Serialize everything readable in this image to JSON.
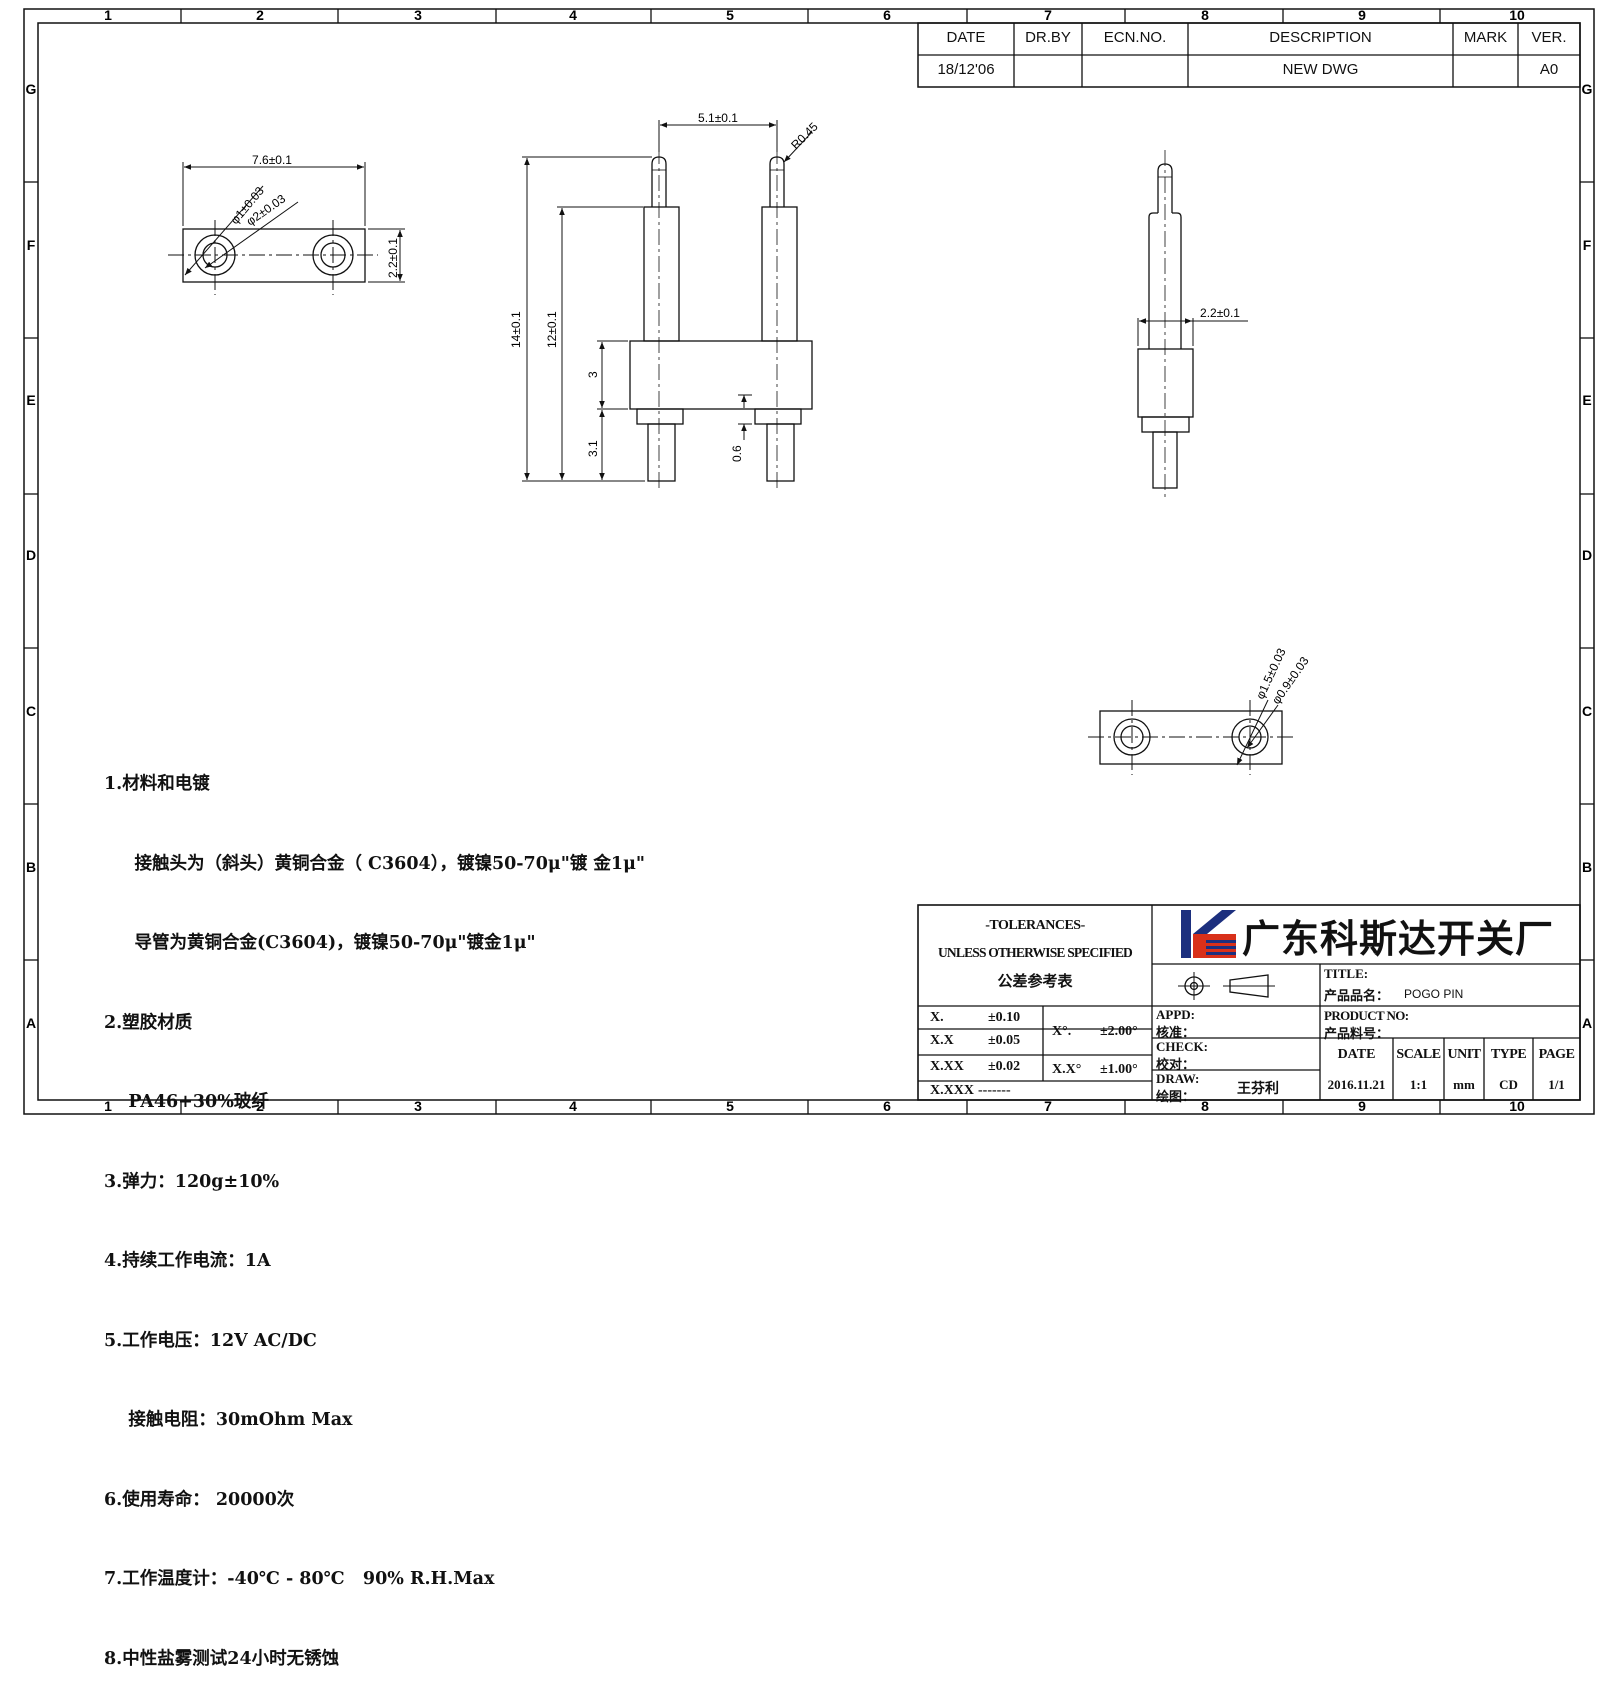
{
  "border": {
    "columns": [
      "1",
      "2",
      "3",
      "4",
      "5",
      "6",
      "7",
      "8",
      "9",
      "10"
    ],
    "rows": [
      "G",
      "F",
      "E",
      "D",
      "C",
      "B",
      "A"
    ]
  },
  "revision": {
    "headers": [
      "DATE",
      "DR.BY",
      "ECN.NO.",
      "DESCRIPTION",
      "MARK",
      "VER."
    ],
    "row": [
      "18/12'06",
      "",
      "",
      "NEW DWG",
      "",
      "A0"
    ]
  },
  "dims": {
    "top_width": "7.6±0.1",
    "top_hole_small": "φ1±0.03",
    "top_hole_large": "φ2±0.03",
    "top_height": "2.2±0.1",
    "pitch": "5.1±0.1",
    "radius": "R0.45",
    "total_len": "14±0.1",
    "len_12": "12±0.1",
    "body_h": "3",
    "tail": "3.1",
    "step": "0.6",
    "side_w": "2.2±0.1",
    "bot_hole_a": "φ1.5±0.03",
    "bot_hole_b": "φ0.9±0.03"
  },
  "notes": [
    "1.材料和电镀",
    "     接触头为（斜头）黄铜合金（ C3604），镀镍50-70μ\"镀 金1μ\"",
    "     导管为黄铜合金(C3604)，镀镍50-70μ\"镀金1μ\"",
    "2.塑胶材质",
    "    PA46+30%玻纤",
    "3.弹力：120g±10%",
    "4.持续工作电流：1A",
    "5.工作电压：12V AC/DC",
    "    接触电阻：30mOhm Max",
    "6.使用寿命： 20000次",
    "7.工作温度计：-40℃ - 80℃   90% R.H.Max",
    "8.中性盐雾测试24小时无锈蚀"
  ],
  "titleblock": {
    "tol_title": "-TOLERANCES-",
    "tol_sub": "UNLESS OTHERWISE SPECIFIED",
    "tol_cn": "公差参考表",
    "tol_rows": [
      {
        "k": "X.",
        "v": "±0.10"
      },
      {
        "k": "X.X",
        "v": "±0.05"
      },
      {
        "k": "X.XX",
        "v": "±0.02"
      },
      {
        "k": "X.XXX",
        "v": "-------"
      }
    ],
    "ang_rows": [
      {
        "k": "X°.",
        "v": "±2.00°"
      },
      {
        "k": "X.X°",
        "v": "±1.00°"
      }
    ],
    "company": "广东科斯达开关厂",
    "title_label": "TITLE:",
    "title_cn": "产品品名：",
    "title_value": "POGO PIN",
    "product_no": "PRODUCT NO:",
    "product_no_cn": "产品料号：",
    "appd": "APPD:",
    "appd_cn": "核准：",
    "check": "CHECK:",
    "check_cn": "校对：",
    "draw": "DRAW:",
    "draw_cn": "绘图：",
    "drawer": "王芬利",
    "info_headers": [
      "DATE",
      "SCALE",
      "UNIT",
      "TYPE",
      "PAGE"
    ],
    "info_values": [
      "2016.11.21",
      "1:1",
      "mm",
      "CD",
      "1/1"
    ]
  }
}
